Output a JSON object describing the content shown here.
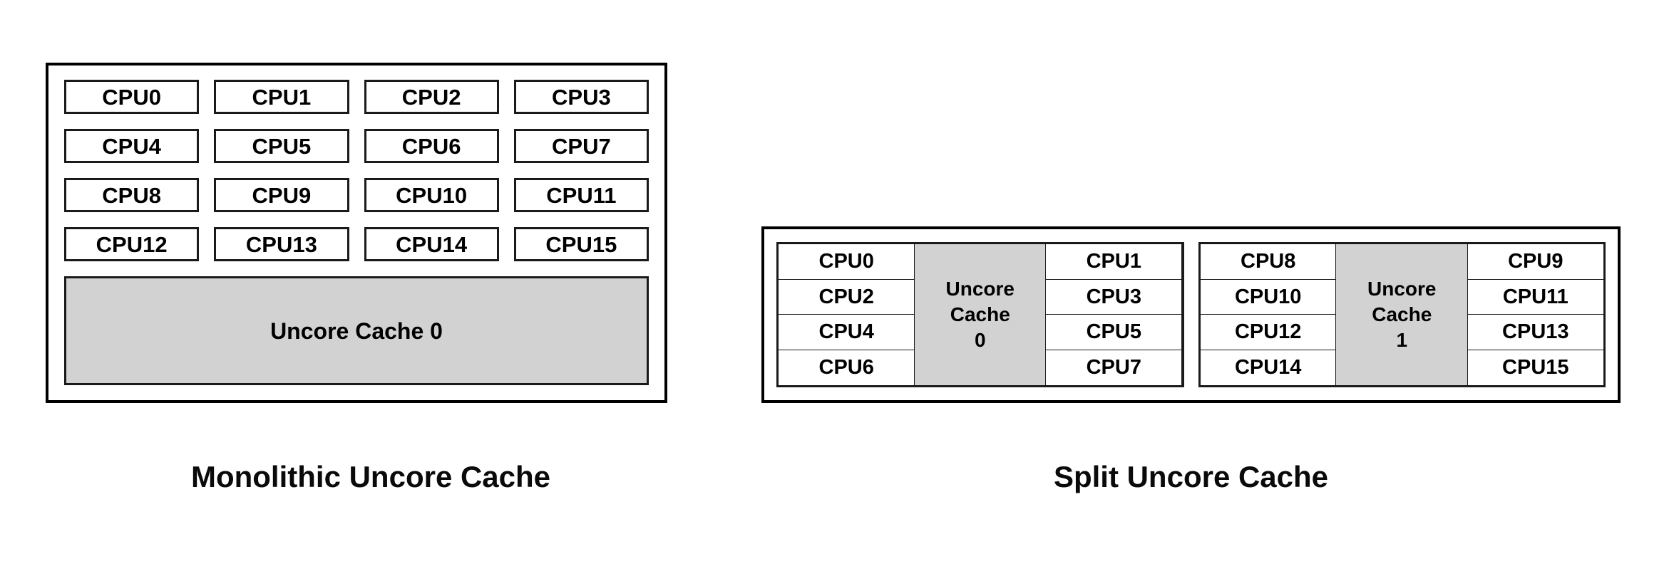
{
  "colors": {
    "background": "#ffffff",
    "outline": "#000000",
    "cell_border": "#1a1a1a",
    "cache_fill": "#d2d2d2",
    "text": "#000000"
  },
  "diagrams": {
    "monolithic": {
      "caption": "Monolithic Uncore Cache",
      "cpus": [
        "CPU0",
        "CPU1",
        "CPU2",
        "CPU3",
        "CPU4",
        "CPU5",
        "CPU6",
        "CPU7",
        "CPU8",
        "CPU9",
        "CPU10",
        "CPU11",
        "CPU12",
        "CPU13",
        "CPU14",
        "CPU15"
      ],
      "cache": "Uncore Cache 0"
    },
    "split": {
      "caption": "Split Uncore Cache",
      "groups": [
        {
          "left_column": [
            "CPU0",
            "CPU2",
            "CPU4",
            "CPU6"
          ],
          "cache_lines": [
            "Uncore",
            "Cache",
            "0"
          ],
          "right_column": [
            "CPU1",
            "CPU3",
            "CPU5",
            "CPU7"
          ]
        },
        {
          "left_column": [
            "CPU8",
            "CPU10",
            "CPU12",
            "CPU14"
          ],
          "cache_lines": [
            "Uncore",
            "Cache",
            "1"
          ],
          "right_column": [
            "CPU9",
            "CPU11",
            "CPU13",
            "CPU15"
          ]
        }
      ]
    }
  }
}
